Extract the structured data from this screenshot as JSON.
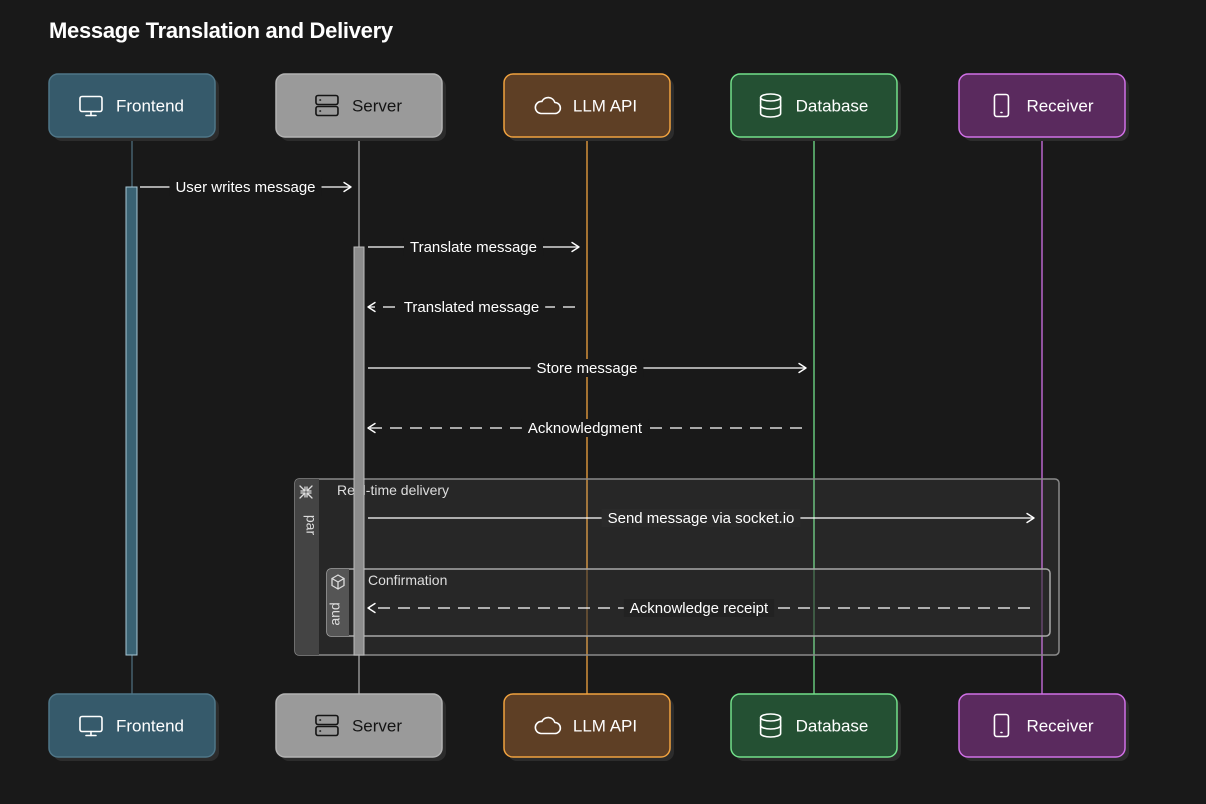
{
  "title": "Message Translation and Delivery",
  "participants": [
    {
      "id": "frontend",
      "label": "Frontend",
      "icon": "monitor-icon",
      "fill": "#365a6b",
      "stroke": "#4f7688",
      "line": "#5b8396",
      "text": "#ffffff"
    },
    {
      "id": "server",
      "label": "Server",
      "icon": "server-icon",
      "fill": "#9a9a9a",
      "stroke": "#b3b3b3",
      "line": "#a6a6a6",
      "text": "#141414"
    },
    {
      "id": "llm-api",
      "label": "LLM API",
      "icon": "cloud-icon",
      "fill": "#5e3f25",
      "stroke": "#f0a23f",
      "line": "#f0a23f",
      "text": "#ffffff"
    },
    {
      "id": "database",
      "label": "Database",
      "icon": "database-icon",
      "fill": "#245033",
      "stroke": "#72e08a",
      "line": "#72e08a",
      "text": "#ffffff"
    },
    {
      "id": "receiver",
      "label": "Receiver",
      "icon": "mobile-phone-icon",
      "fill": "#5a2a5e",
      "stroke": "#d070e6",
      "line": "#d070e6",
      "text": "#ffffff"
    }
  ],
  "messages": [
    {
      "from": "frontend",
      "to": "server",
      "label": "User writes message",
      "dashed": false
    },
    {
      "from": "server",
      "to": "llm-api",
      "label": "Translate message",
      "dashed": false
    },
    {
      "from": "llm-api",
      "to": "server",
      "label": "Translated message",
      "dashed": true
    },
    {
      "from": "server",
      "to": "database",
      "label": "Store message",
      "dashed": false
    },
    {
      "from": "database",
      "to": "server",
      "label": "Acknowledgment",
      "dashed": true
    },
    {
      "from": "server",
      "to": "receiver",
      "label": "Send message via socket.io",
      "dashed": false
    },
    {
      "from": "receiver",
      "to": "server",
      "label": "Acknowledge receipt",
      "dashed": true
    }
  ],
  "fragments": {
    "outer": {
      "operator": "par",
      "label": "Real-time delivery",
      "icon": "collapse-arrows-icon"
    },
    "inner": {
      "operator": "and",
      "label": "Confirmation",
      "icon": "cube-icon"
    }
  },
  "colors": {
    "background": "#191919",
    "message_line": "#ffffff",
    "fragment_border": "#8a8a8a"
  }
}
